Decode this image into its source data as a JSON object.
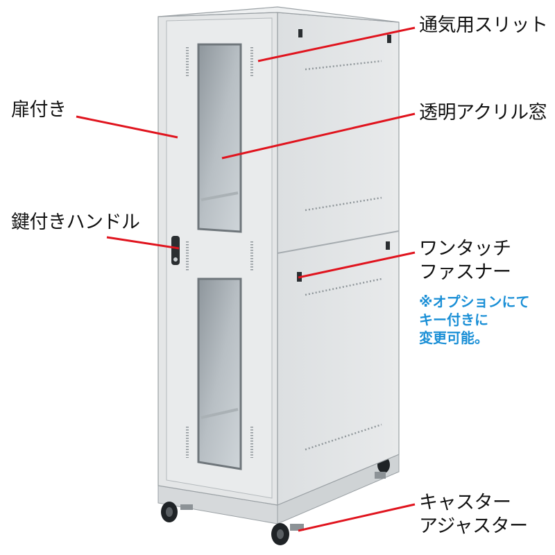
{
  "labels": {
    "vent_slit": "通気用スリット",
    "acrylic_window": "透明アクリル窓",
    "door": "扉付き",
    "key_handle": "鍵付きハンドル",
    "fastener_line1": "ワンタッチ",
    "fastener_line2": "ファスナー",
    "caster_line1": "キャスター",
    "caster_line2": "アジャスター"
  },
  "note": {
    "line1": "※オプションにて",
    "line2": "キー付きに",
    "line3": "変更可能。"
  },
  "colors": {
    "leader_line": "#e0141e",
    "note_text": "#1a8fd6",
    "cabinet_body": "#e4e6e7"
  }
}
